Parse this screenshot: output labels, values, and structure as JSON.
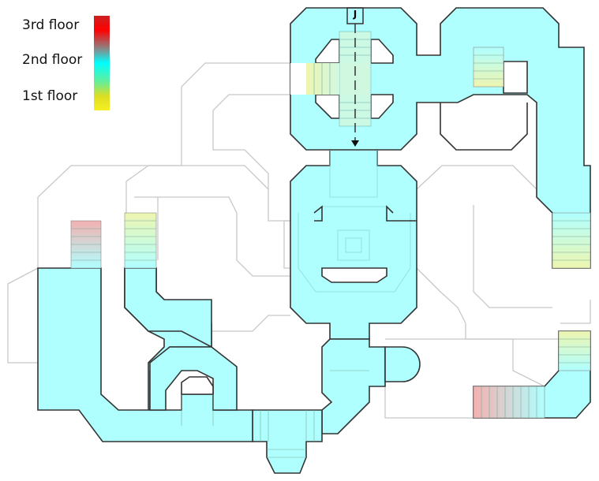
{
  "legend": {
    "title_levels": [
      "3rd floor",
      "2nd floor",
      "1st floor"
    ],
    "gradient_colors": [
      "#cc2222",
      "#ff0000",
      "#888888",
      "#00ffff",
      "#66ee99",
      "#dddd22",
      "#f5ee22"
    ]
  },
  "map": {
    "marker_label": "J",
    "floor_colors": {
      "floor2": "#b0ffff",
      "stairs_low": "#eef5b0",
      "stairs_high": "#f4b0b0",
      "outline": "#333333",
      "floor1_outline": "#c8c8c8"
    }
  }
}
